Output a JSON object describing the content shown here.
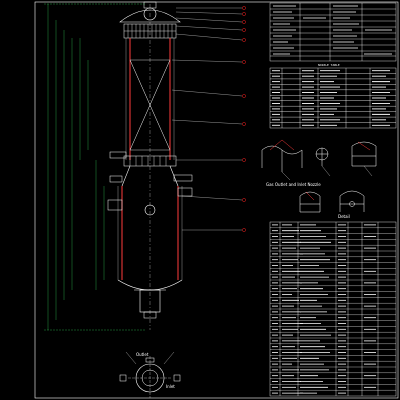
{
  "colors": {
    "background": "#000000",
    "line": "#ffffff",
    "vessel_red": "#ff3b3b",
    "dimension_green": "#3cff6a",
    "balloon_red": "#ff2020"
  },
  "views": {
    "section_caption": "Gas Outlet and Inlet Nozzle",
    "detail_caption": "Detail",
    "bottom_view_label": "Outlet",
    "bottom_view_label2": "Inlet"
  },
  "nozzle_table": {
    "title": "NOZZLE TABLE",
    "rows": 11
  },
  "parts_list": {
    "rows": 30
  }
}
